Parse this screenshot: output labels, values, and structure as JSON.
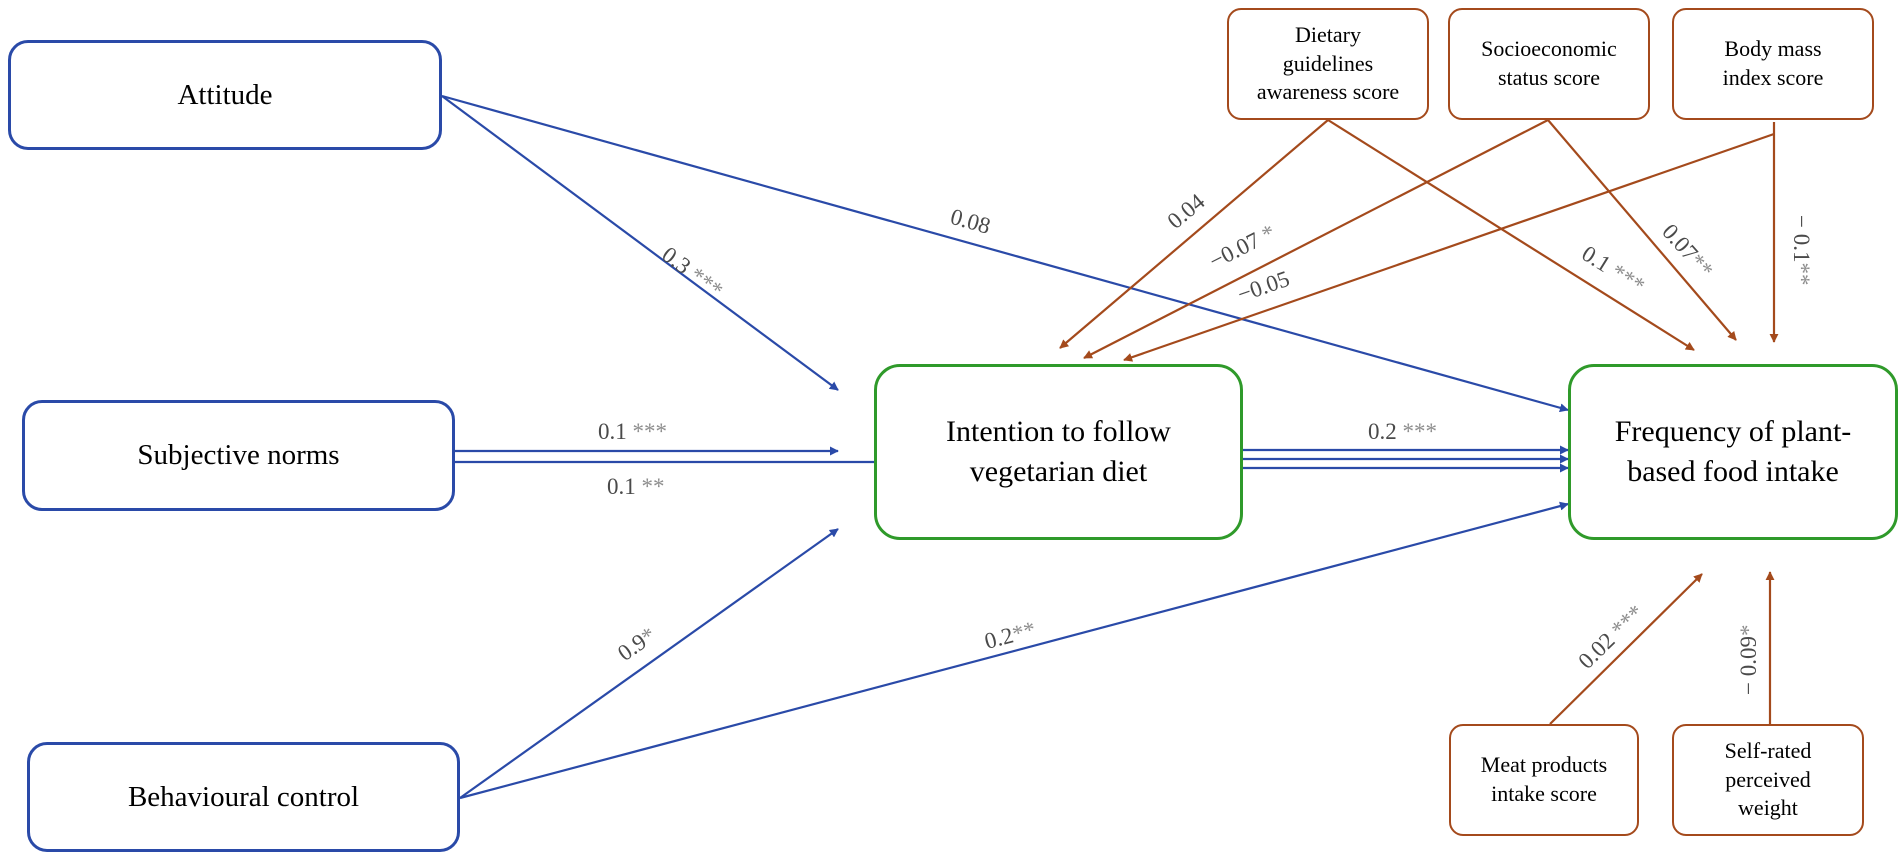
{
  "nodes": {
    "attitude": "Attitude",
    "subjective_norms": "Subjective norms",
    "behavioural_control": "Behavioural control",
    "intention": [
      "Intention to follow",
      "vegetarian diet"
    ],
    "frequency": [
      "Frequency of plant-",
      "based food intake"
    ],
    "dietary_guidelines": [
      "Dietary",
      "guidelines",
      "awareness score"
    ],
    "socioeconomic": [
      "Socioeconomic",
      "status score"
    ],
    "bmi": [
      "Body mass",
      "index score"
    ],
    "meat_products": [
      "Meat products",
      "intake score"
    ],
    "self_rated_weight": [
      "Self-rated",
      "perceived",
      "weight"
    ]
  },
  "edges": {
    "attitude_to_intention": {
      "coef": "0.3",
      "sig": "***"
    },
    "attitude_to_frequency": {
      "coef": "0.08",
      "sig": ""
    },
    "norms_to_intention": {
      "coef": "0.1",
      "sig": "***"
    },
    "norms_to_intention_2": {
      "coef": "0.1",
      "sig": "**"
    },
    "control_to_intention": {
      "coef": "0.9",
      "sig": "*"
    },
    "control_to_frequency": {
      "coef": "0.2",
      "sig": "**"
    },
    "intention_to_frequency": {
      "coef": "0.2",
      "sig": "***"
    },
    "dietary_to_intention": {
      "coef": "0.04",
      "sig": ""
    },
    "dietary_to_frequency": {
      "coef": "0.1",
      "sig": "***"
    },
    "ses_to_intention": {
      "coef": "−0.07",
      "sig": "*"
    },
    "ses_to_frequency": {
      "coef": "0.07",
      "sig": "**"
    },
    "bmi_to_intention": {
      "coef": "−0.05",
      "sig": ""
    },
    "bmi_to_frequency": {
      "coef": "− 0.1",
      "sig": "**"
    },
    "meat_to_frequency": {
      "coef": "0.02",
      "sig": "***"
    },
    "weight_to_frequency": {
      "coef": "− 0.09",
      "sig": "*"
    }
  },
  "colors": {
    "blue": "#2a4aa8",
    "green": "#2f9a2a",
    "brown": "#a44a1c",
    "label": "#4a4a4a",
    "stars": "#8d8d8d"
  }
}
